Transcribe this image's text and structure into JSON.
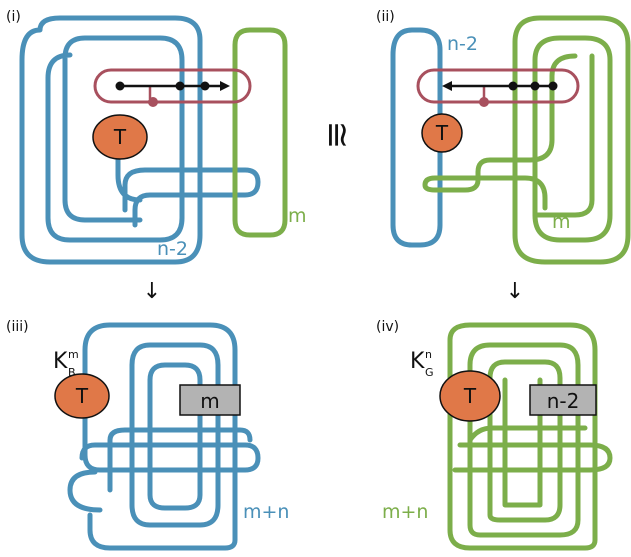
{
  "panels": {
    "i": {
      "label": "(i)",
      "knot_label": "T",
      "blue_label": "n-2",
      "green_label": "m"
    },
    "ii": {
      "label": "(ii)",
      "knot_label": "T",
      "blue_label": "n-2",
      "green_label": "m"
    },
    "iii": {
      "label": "(iii)",
      "knot_label": "T",
      "box_label": "m",
      "strand_label": "m+n",
      "k_main": "K",
      "k_sup": "m",
      "k_sub": "B"
    },
    "iv": {
      "label": "(iv)",
      "knot_label": "T",
      "box_label": "n-2",
      "strand_label": "m+n",
      "k_main": "K",
      "k_sup": "n",
      "k_sub": "G"
    }
  },
  "equivalence_symbol": "≅",
  "arrow_glyph": "↓",
  "colors": {
    "blue": "#4a90b8",
    "green": "#7cae4a",
    "maroon": "#a8505e",
    "knot_fill": "#e07848",
    "box_fill": "#b3b3b3"
  }
}
